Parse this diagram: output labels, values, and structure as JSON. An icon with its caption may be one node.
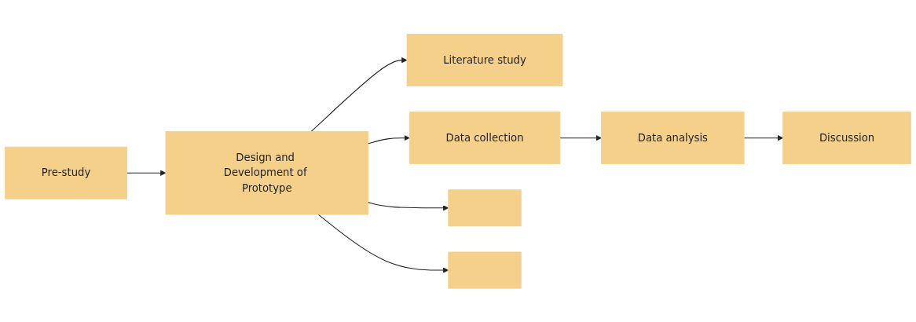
{
  "diagram": {
    "nodes": [
      {
        "text": [
          "Literature study"
        ]
      },
      {
        "text": [
          "Pre-study"
        ]
      },
      {
        "text": [
          "Design and Development of Prototype"
        ]
      },
      {
        "text": [
          "Data collection"
        ]
      },
      {
        "text": [
          "Data analysis"
        ]
      },
      {
        "text": [
          "Discussion"
        ]
      },
      {
        "text": [],
        "shape": "box"
      },
      {
        "text": [],
        "shape": "box"
      }
    ],
    "edges": [
      {
        "from": 1,
        "to": 2,
        "arrow": "to"
      },
      {
        "from": 2,
        "to": 0,
        "arrow": "to"
      },
      {
        "from": 2,
        "to": 3,
        "arrow": "to"
      },
      {
        "from": 3,
        "to": 4,
        "arrow": "to"
      },
      {
        "from": 4,
        "to": 5,
        "arrow": "to"
      },
      {
        "from": 2,
        "to": 6,
        "arrow": "to"
      },
      {
        "from": 2,
        "to": 7,
        "arrow": "to"
      }
    ]
  }
}
